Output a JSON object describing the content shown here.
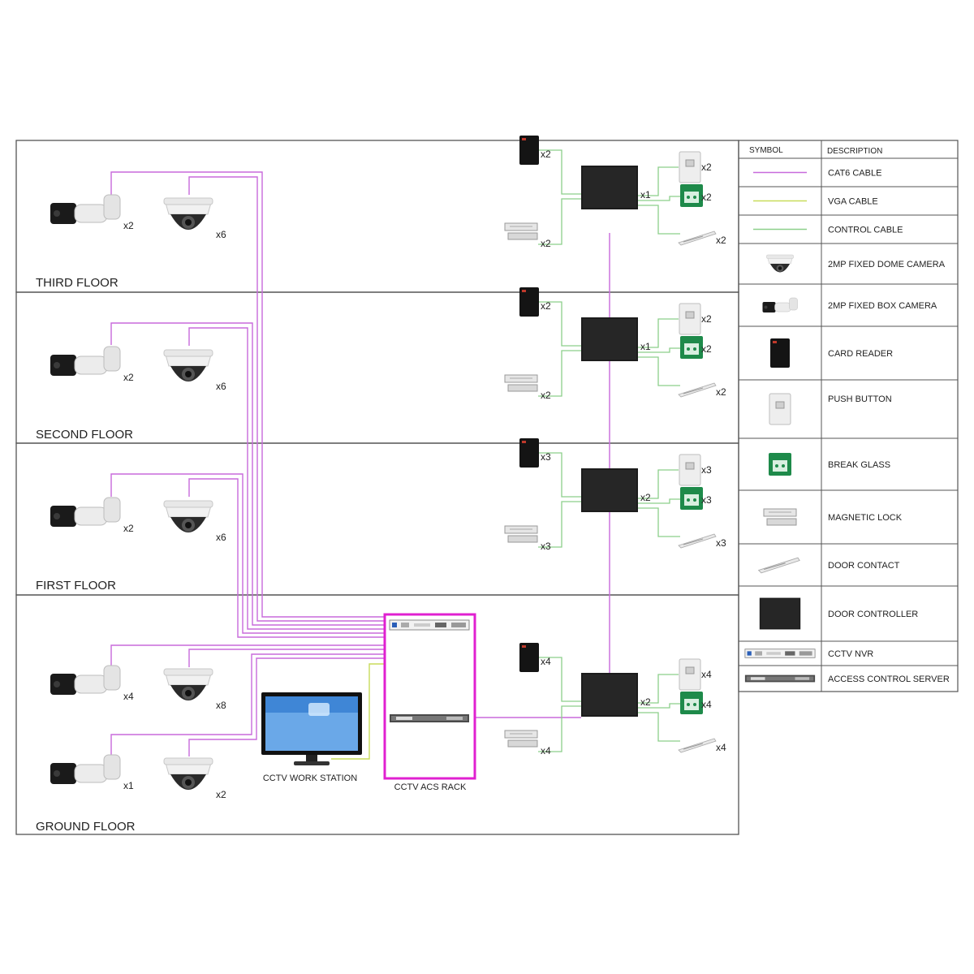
{
  "colors": {
    "cat6": "#c86adc",
    "vga": "#c8dc5a",
    "control": "#8ccf8a",
    "rack_border": "#e020d0"
  },
  "floors": [
    {
      "label": "THIRD FLOOR",
      "box_cam_qty": "x2",
      "dome_cam_qty": "x6",
      "card_reader_qty": "x2",
      "mag_lock_qty": "x2",
      "push_button_qty": "x2",
      "break_glass_qty": "x2",
      "door_contact_qty": "x2",
      "controller_qty": "x1"
    },
    {
      "label": "SECOND FLOOR",
      "box_cam_qty": "x2",
      "dome_cam_qty": "x6",
      "card_reader_qty": "x2",
      "mag_lock_qty": "x2",
      "push_button_qty": "x2",
      "break_glass_qty": "x2",
      "door_contact_qty": "x2",
      "controller_qty": "x1"
    },
    {
      "label": "FIRST FLOOR",
      "box_cam_qty": "x2",
      "dome_cam_qty": "x6",
      "card_reader_qty": "x3",
      "mag_lock_qty": "x3",
      "push_button_qty": "x3",
      "break_glass_qty": "x3",
      "door_contact_qty": "x3",
      "controller_qty": "x2"
    },
    {
      "label": "GROUND FLOOR",
      "box_cam_qty": "x4",
      "dome_cam_qty": "x8",
      "box_cam2_qty": "x1",
      "dome_cam2_qty": "x2",
      "card_reader_qty": "x4",
      "mag_lock_qty": "x4",
      "push_button_qty": "x4",
      "break_glass_qty": "x4",
      "door_contact_qty": "x4",
      "controller_qty": "x2"
    }
  ],
  "workstation_label": "CCTV WORK STATION",
  "rack_label": "CCTV ACS RACK",
  "legend": {
    "header_symbol": "SYMBOL",
    "header_description": "DESCRIPTION",
    "items": [
      {
        "icon": "cat6-line",
        "label": "CAT6 CABLE"
      },
      {
        "icon": "vga-line",
        "label": "VGA CABLE"
      },
      {
        "icon": "control-line",
        "label": "CONTROL CABLE"
      },
      {
        "icon": "dome-camera-icon",
        "label": "2MP FIXED DOME CAMERA"
      },
      {
        "icon": "box-camera-icon",
        "label": "2MP FIXED BOX CAMERA"
      },
      {
        "icon": "card-reader-icon",
        "label": "CARD READER"
      },
      {
        "icon": "push-button-icon",
        "label": "PUSH BUTTON"
      },
      {
        "icon": "break-glass-icon",
        "label": "BREAK GLASS"
      },
      {
        "icon": "magnetic-lock-icon",
        "label": "MAGNETIC LOCK"
      },
      {
        "icon": "door-contact-icon",
        "label": "DOOR CONTACT"
      },
      {
        "icon": "door-controller-icon",
        "label": "DOOR CONTROLLER"
      },
      {
        "icon": "nvr-icon",
        "label": "CCTV NVR"
      },
      {
        "icon": "access-server-icon",
        "label": "ACCESS CONTROL SERVER"
      }
    ]
  }
}
